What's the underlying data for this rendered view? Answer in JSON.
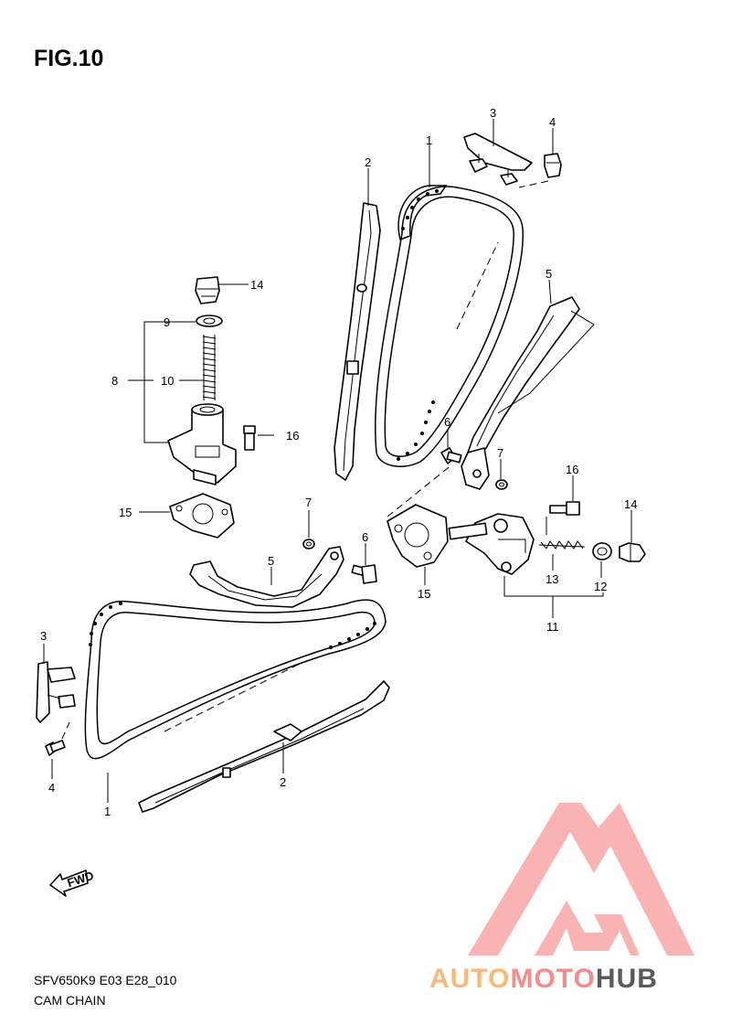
{
  "figure": {
    "title": "FIG.10",
    "code": "SFV650K9 E03 E28_010",
    "name": "CAM CHAIN"
  },
  "callouts": {
    "c1_top": "1",
    "c2_top": "2",
    "c3_top": "3",
    "c4_top": "4",
    "c5_right": "5",
    "c6_right": "6",
    "c7_right": "7",
    "c16_right": "16",
    "c14_right": "14",
    "c12": "12",
    "c13": "13",
    "c11": "11",
    "c15_right": "15",
    "c14_left": "14",
    "c9": "9",
    "c8": "8",
    "c10": "10",
    "c16_left": "16",
    "c15_left": "15",
    "c7_mid": "7",
    "c6_mid": "6",
    "c5_mid": "5",
    "c3_left": "3",
    "c4_left": "4",
    "c1_bottom": "1",
    "c2_bottom": "2"
  },
  "fwd_label": "FWD",
  "watermark": {
    "part1": "AUTO",
    "part2": "MOTO",
    "part3": "HUB",
    "colors": {
      "auto": "#f7b97a",
      "moto": "#f58c8c",
      "hub": "#5a5a5a",
      "logo": "#f79a9a"
    }
  }
}
